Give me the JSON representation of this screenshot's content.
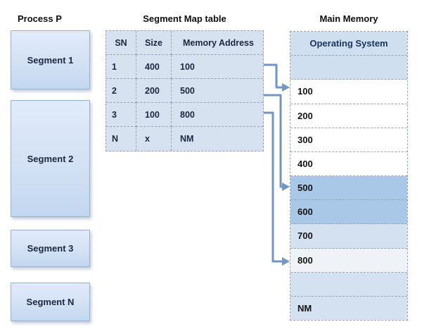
{
  "titles": {
    "process": "Process P",
    "segment_table": "Segment Map table",
    "main_memory": "Main Memory"
  },
  "process": {
    "segments": [
      {
        "label": "Segment 1"
      },
      {
        "label": "Segment 2"
      },
      {
        "label": "Segment 3"
      },
      {
        "label": "Segment N"
      }
    ]
  },
  "segment_table": {
    "headers": [
      "SN",
      "Size",
      "Memory Address"
    ],
    "rows": [
      {
        "sn": "1",
        "size": "400",
        "address": "100"
      },
      {
        "sn": "2",
        "size": "200",
        "address": "500"
      },
      {
        "sn": "3",
        "size": "100",
        "address": "800"
      },
      {
        "sn": "N",
        "size": "x",
        "address": "NM"
      }
    ]
  },
  "main_memory": {
    "rows": [
      {
        "label": "Operating System",
        "variant": "blue"
      },
      {
        "label": "",
        "variant": "blue"
      },
      {
        "label": "100",
        "variant": "white"
      },
      {
        "label": "200",
        "variant": "white"
      },
      {
        "label": "300",
        "variant": "white"
      },
      {
        "label": "400",
        "variant": "white"
      },
      {
        "label": "500",
        "variant": "dark"
      },
      {
        "label": "600",
        "variant": "dark"
      },
      {
        "label": "700",
        "variant": "light"
      },
      {
        "label": "800",
        "variant": "offwhite"
      },
      {
        "label": "",
        "variant": "light"
      },
      {
        "label": "NM",
        "variant": "light"
      }
    ]
  },
  "arrows": [
    {
      "name": "arrow-1",
      "from": "table-row-sn-1 (address 100)",
      "to": "memory-row-100"
    },
    {
      "name": "arrow-2",
      "from": "table-row-sn-2 (address 500)",
      "to": "memory-row-500"
    },
    {
      "name": "arrow-3",
      "from": "table-row-sn-3 (address 800)",
      "to": "memory-row-800"
    }
  ],
  "colors": {
    "accent-arrow": "#7296c6",
    "box-border": "#93b1d5",
    "box-fill-top": "#e1ebfa",
    "box-fill-mid": "#d3e1f4",
    "box-fill-bottom": "#c2d7f0",
    "table-fill": "#d7e2f1",
    "row-blue": "#cfdff0",
    "row-blue-dark": "#a9c7e7",
    "row-blue-light": "#d4e1f0",
    "row-white": "#ffffff",
    "row-offwhite": "#eff2f7",
    "border-dash": "#99a3ad",
    "text-dark": "#1b2740",
    "text-navy": "#17365d",
    "text-black": "#141414"
  }
}
